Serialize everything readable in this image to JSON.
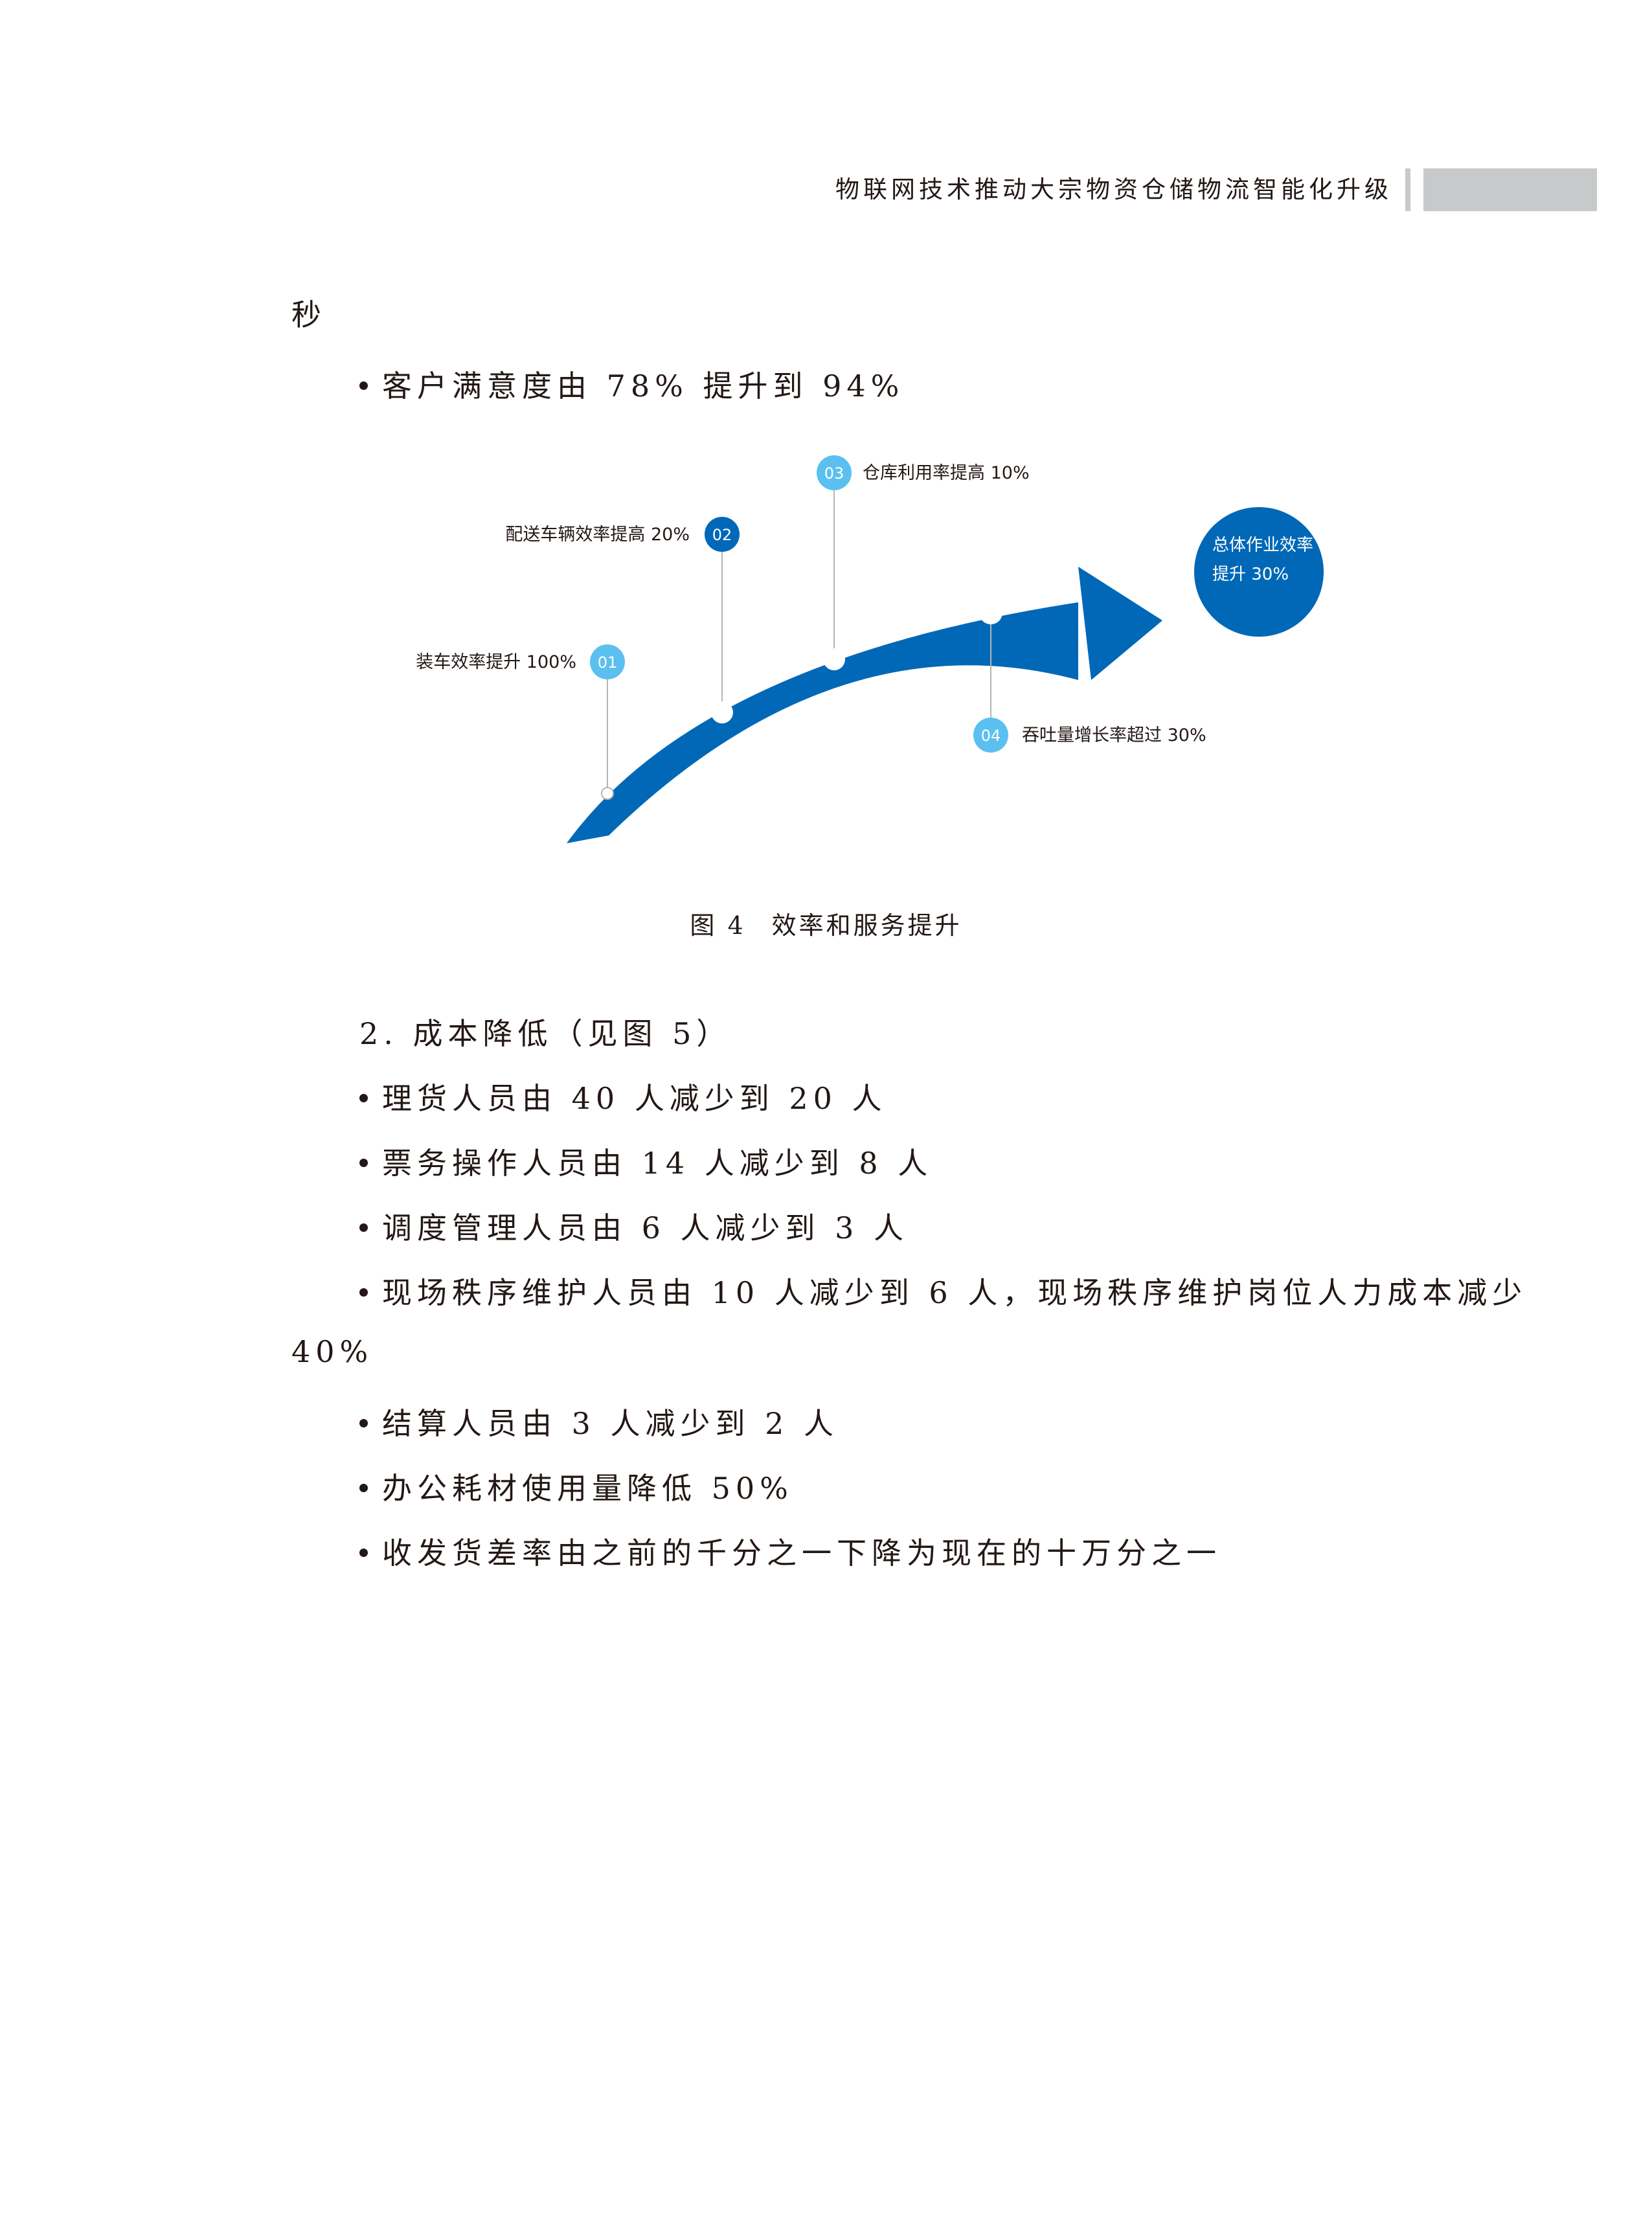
{
  "header": {
    "title": "物联网技术推动大宗物资仓储物流智能化升级"
  },
  "body_top": {
    "carry_over": "秒",
    "bullet_satisfaction": "客户满意度由 78% 提升到 94%"
  },
  "figure": {
    "label_01": "装车效率提升 100%",
    "num_01": "01",
    "label_02": "配送车辆效率提高 20%",
    "num_02": "02",
    "label_03": "仓库利用率提高 10%",
    "num_03": "03",
    "label_04": "吞吐量增长率超过 30%",
    "num_04": "04",
    "goal_line1": "总体作业效率",
    "goal_line2": "提升 30%",
    "colors": {
      "arrow": "#0068b7",
      "light_node": "#5bc0f0",
      "dark_node": "#0068b7",
      "leader": "#b5b5b5"
    },
    "caption_num": "图 4",
    "caption_text": "效率和服务提升"
  },
  "section2": {
    "heading": "2. 成本降低（见图 5）",
    "bullets": [
      "理货人员由 40 人减少到 20 人",
      "票务操作人员由 14 人减少到 8 人",
      "调度管理人员由 6 人减少到 3 人",
      "现场秩序维护人员由 10 人减少到 6 人，现场秩序维护岗位人力成本减少"
    ],
    "wrap_continuation": "40%",
    "bullets_after": [
      "结算人员由 3 人减少到 2 人",
      "办公耗材使用量降低 50%",
      "收发货差率由之前的千分之一下降为现在的十万分之一"
    ]
  }
}
